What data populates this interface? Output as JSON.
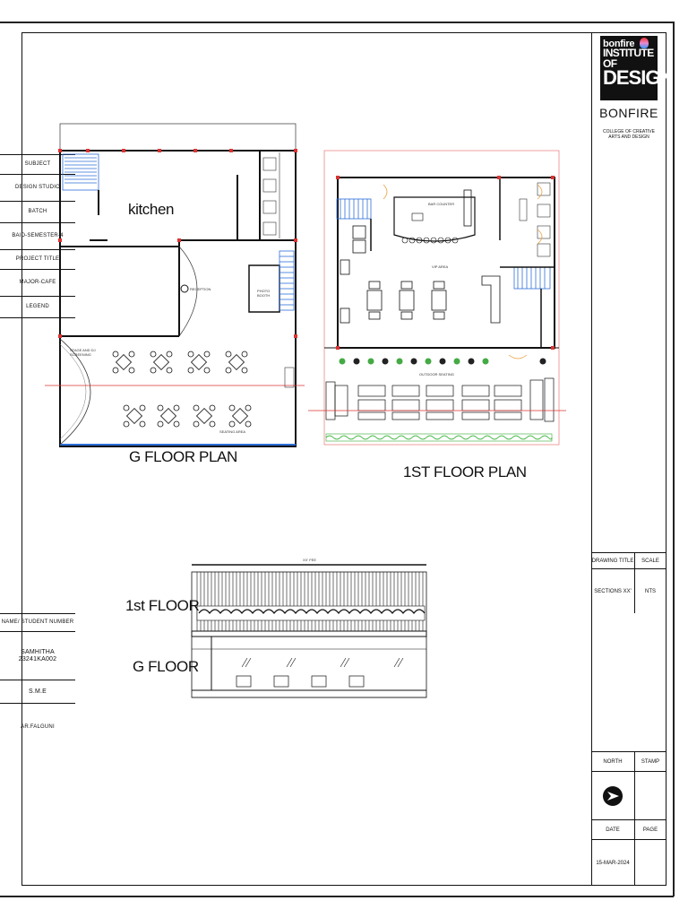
{
  "logo": {
    "line1_pre": "bon",
    "line1_bold": "fire",
    "line2": "INSTITUTE OF",
    "line3": "DESIGN"
  },
  "brand": {
    "name": "BONFIRE",
    "subtitle_1": "COLLEGE OF CREATIVE",
    "subtitle_2": "ARTS AND DESIGN"
  },
  "title_block": {
    "subject_label": "SUBJECT",
    "subject_value": "DESIGN STUDIO",
    "batch_label": "BATCH",
    "batch_value": "BAID-SEMESTER-4",
    "project_title_label": "PROJECT TITLE",
    "project_title_value": "MAJOR-CAFE",
    "legend_label": "LEGEND",
    "drawing_title_label": "DRAWING TITLE",
    "scale_label": "SCALE",
    "drawing_title_value": "SECTIONS XX'",
    "scale_value": "NTS",
    "student_label": "NAME/ STUDENT NUMBER",
    "student_name": "SAMHITHA",
    "student_number": "23241KA002",
    "sme_label": "S.M.E",
    "sme_value": "AR.FALGUNI",
    "north_label": "NORTH",
    "stamp_label": "STAMP",
    "date_label": "DATE",
    "page_label": "PAGE",
    "date_value": "15-MAR-2024"
  },
  "drawings": {
    "ground_title": "G FLOOR PLAN",
    "first_title": "1ST FLOOR PLAN",
    "section_first_label": "1st FLOOR",
    "section_ground_label": "G FLOOR",
    "kitchen_label": "kitchen",
    "reception_label": "RECEPTION",
    "photo_booth_line1": "PHOTO",
    "photo_booth_line2": "BOOTH",
    "stage_line1": "STAGE AND DJ",
    "stage_line2": "SCREENING",
    "seating_label": "SEATING AREA",
    "bar_counter_label": "BAR COUNTER",
    "vip_area_label": "VIP AREA",
    "outdoor_seating_label": "OUTDOOR SEATING",
    "section_mark": "XX' FEE"
  }
}
